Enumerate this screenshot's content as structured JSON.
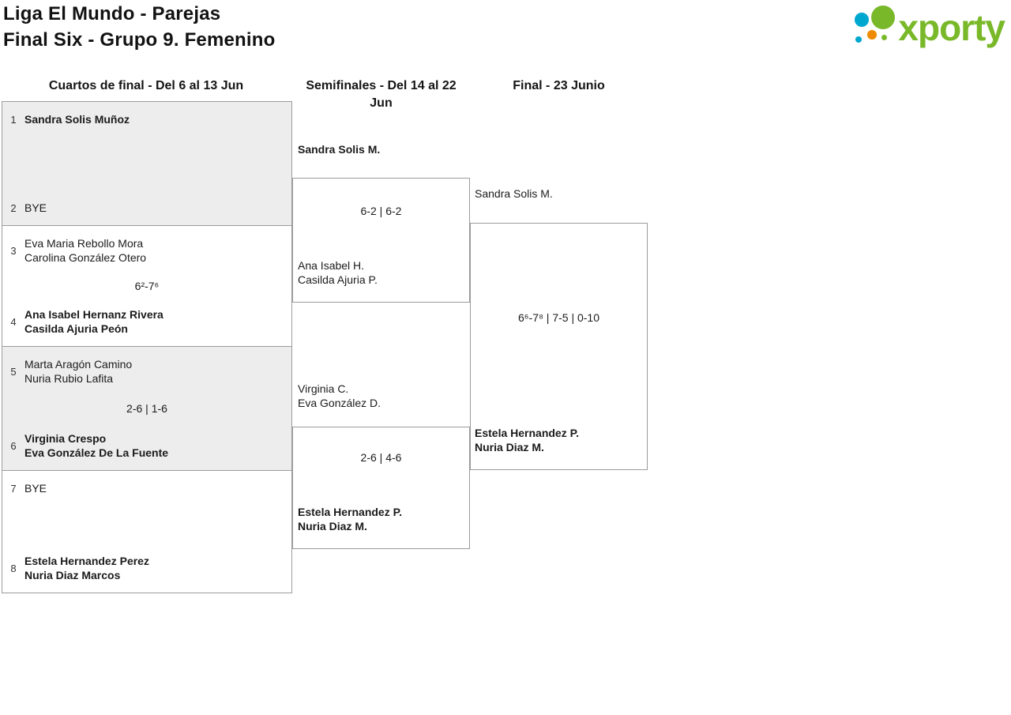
{
  "header": {
    "title_line1": "Liga El Mundo - Parejas",
    "title_line2": "Final Six - Grupo 9. Femenino"
  },
  "logo": {
    "text": "xporty",
    "icon": "xporty-dots-icon",
    "brand_green": "#79b829",
    "brand_teal": "#00a7cf",
    "brand_orange": "#f08a00"
  },
  "rounds": {
    "quarterfinals": {
      "label": "Cuartos de final - Del 6 al 13 Jun",
      "matches": [
        {
          "seed_top": "1",
          "team_top": [
            "Sandra Solis Muñoz"
          ],
          "score": "",
          "seed_bottom": "2",
          "team_bottom": [
            "BYE"
          ]
        },
        {
          "seed_top": "3",
          "team_top": [
            "Eva Maria Rebollo Mora",
            "Carolina González Otero"
          ],
          "score": "6²-7⁶",
          "seed_bottom": "4",
          "team_bottom": [
            "Ana Isabel Hernanz Rivera",
            "Casilda Ajuria Peón"
          ]
        },
        {
          "seed_top": "5",
          "team_top": [
            "Marta Aragón Camino",
            "Nuria Rubio Lafita"
          ],
          "score": "2-6 | 1-6",
          "seed_bottom": "6",
          "team_bottom": [
            "Virginia Crespo",
            "Eva González De La Fuente"
          ]
        },
        {
          "seed_top": "7",
          "team_top": [
            "BYE"
          ],
          "score": "",
          "seed_bottom": "8",
          "team_bottom": [
            "Estela Hernandez Perez",
            "Nuria Diaz Marcos"
          ]
        }
      ]
    },
    "semifinals": {
      "label": "Semifinales - Del 14 al 22 Jun",
      "matches": [
        {
          "team_top": [
            "Sandra Solis M."
          ],
          "score": "6-2 | 6-2",
          "team_bottom": [
            "Ana Isabel H.",
            "Casilda Ajuria P."
          ]
        },
        {
          "team_top": [
            "Virginia C.",
            "Eva González D."
          ],
          "score": "2-6 | 4-6",
          "team_bottom": [
            "Estela Hernandez P.",
            "Nuria Diaz M."
          ]
        }
      ]
    },
    "final": {
      "label": "Final - 23 Junio",
      "match": {
        "team_top": [
          "Sandra Solis M."
        ],
        "score": "6⁶-7⁸ | 7-5 | 0-10",
        "team_bottom": [
          "Estela Hernandez P.",
          "Nuria Diaz M."
        ]
      }
    }
  }
}
